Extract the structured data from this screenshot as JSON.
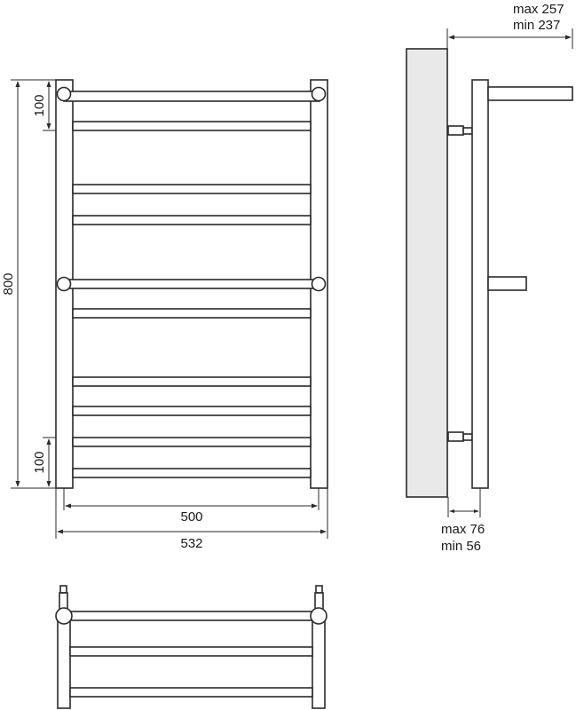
{
  "drawing": {
    "subject": "Towel radiator technical drawing",
    "line_color": "#2a2a2a",
    "wall_fill": "#e9e9e9",
    "background": "#ffffff"
  },
  "front_view": {
    "dimensions": {
      "height_total": "800",
      "top_offset": "100",
      "bottom_offset": "100",
      "center_distance": "500",
      "width_total": "532"
    },
    "bar_count": 10,
    "bars_with_shelf_knobs": 2
  },
  "side_view": {
    "depth_label_line1": "max 257",
    "depth_label_line2": "min 237",
    "wall_gap_label_line1": "max 76",
    "wall_gap_label_line2": "min 56"
  },
  "top_view": {
    "shelf_bars": 2
  }
}
